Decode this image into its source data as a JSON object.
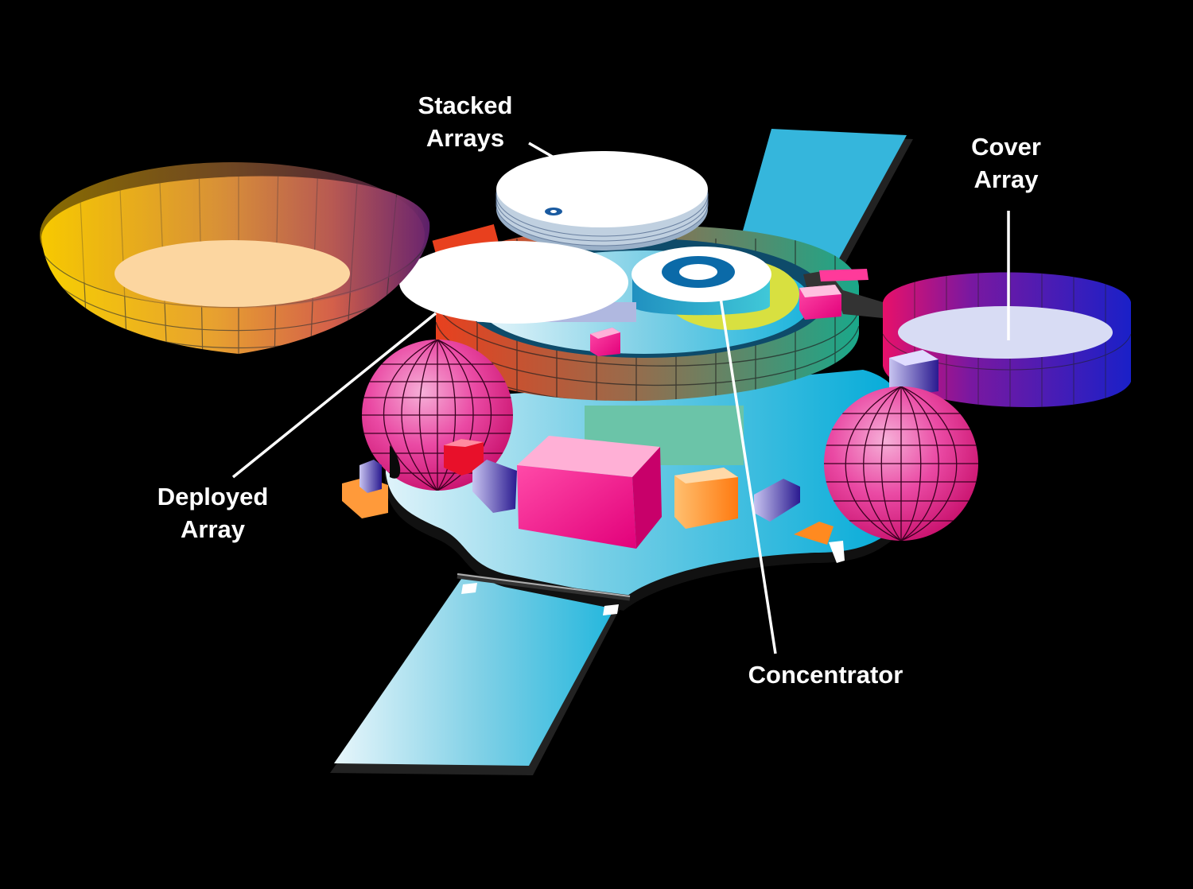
{
  "labels": {
    "stacked": [
      "Stacked",
      "Arrays"
    ],
    "cover": [
      "Cover",
      "Array"
    ],
    "deployed": [
      "Deployed",
      "Array"
    ],
    "concentrator": "Concentrator"
  },
  "colors": {
    "background": "#000000",
    "panel": "#5ec8e0",
    "callout": "#ffffff",
    "magenta": "#e61f8c"
  }
}
